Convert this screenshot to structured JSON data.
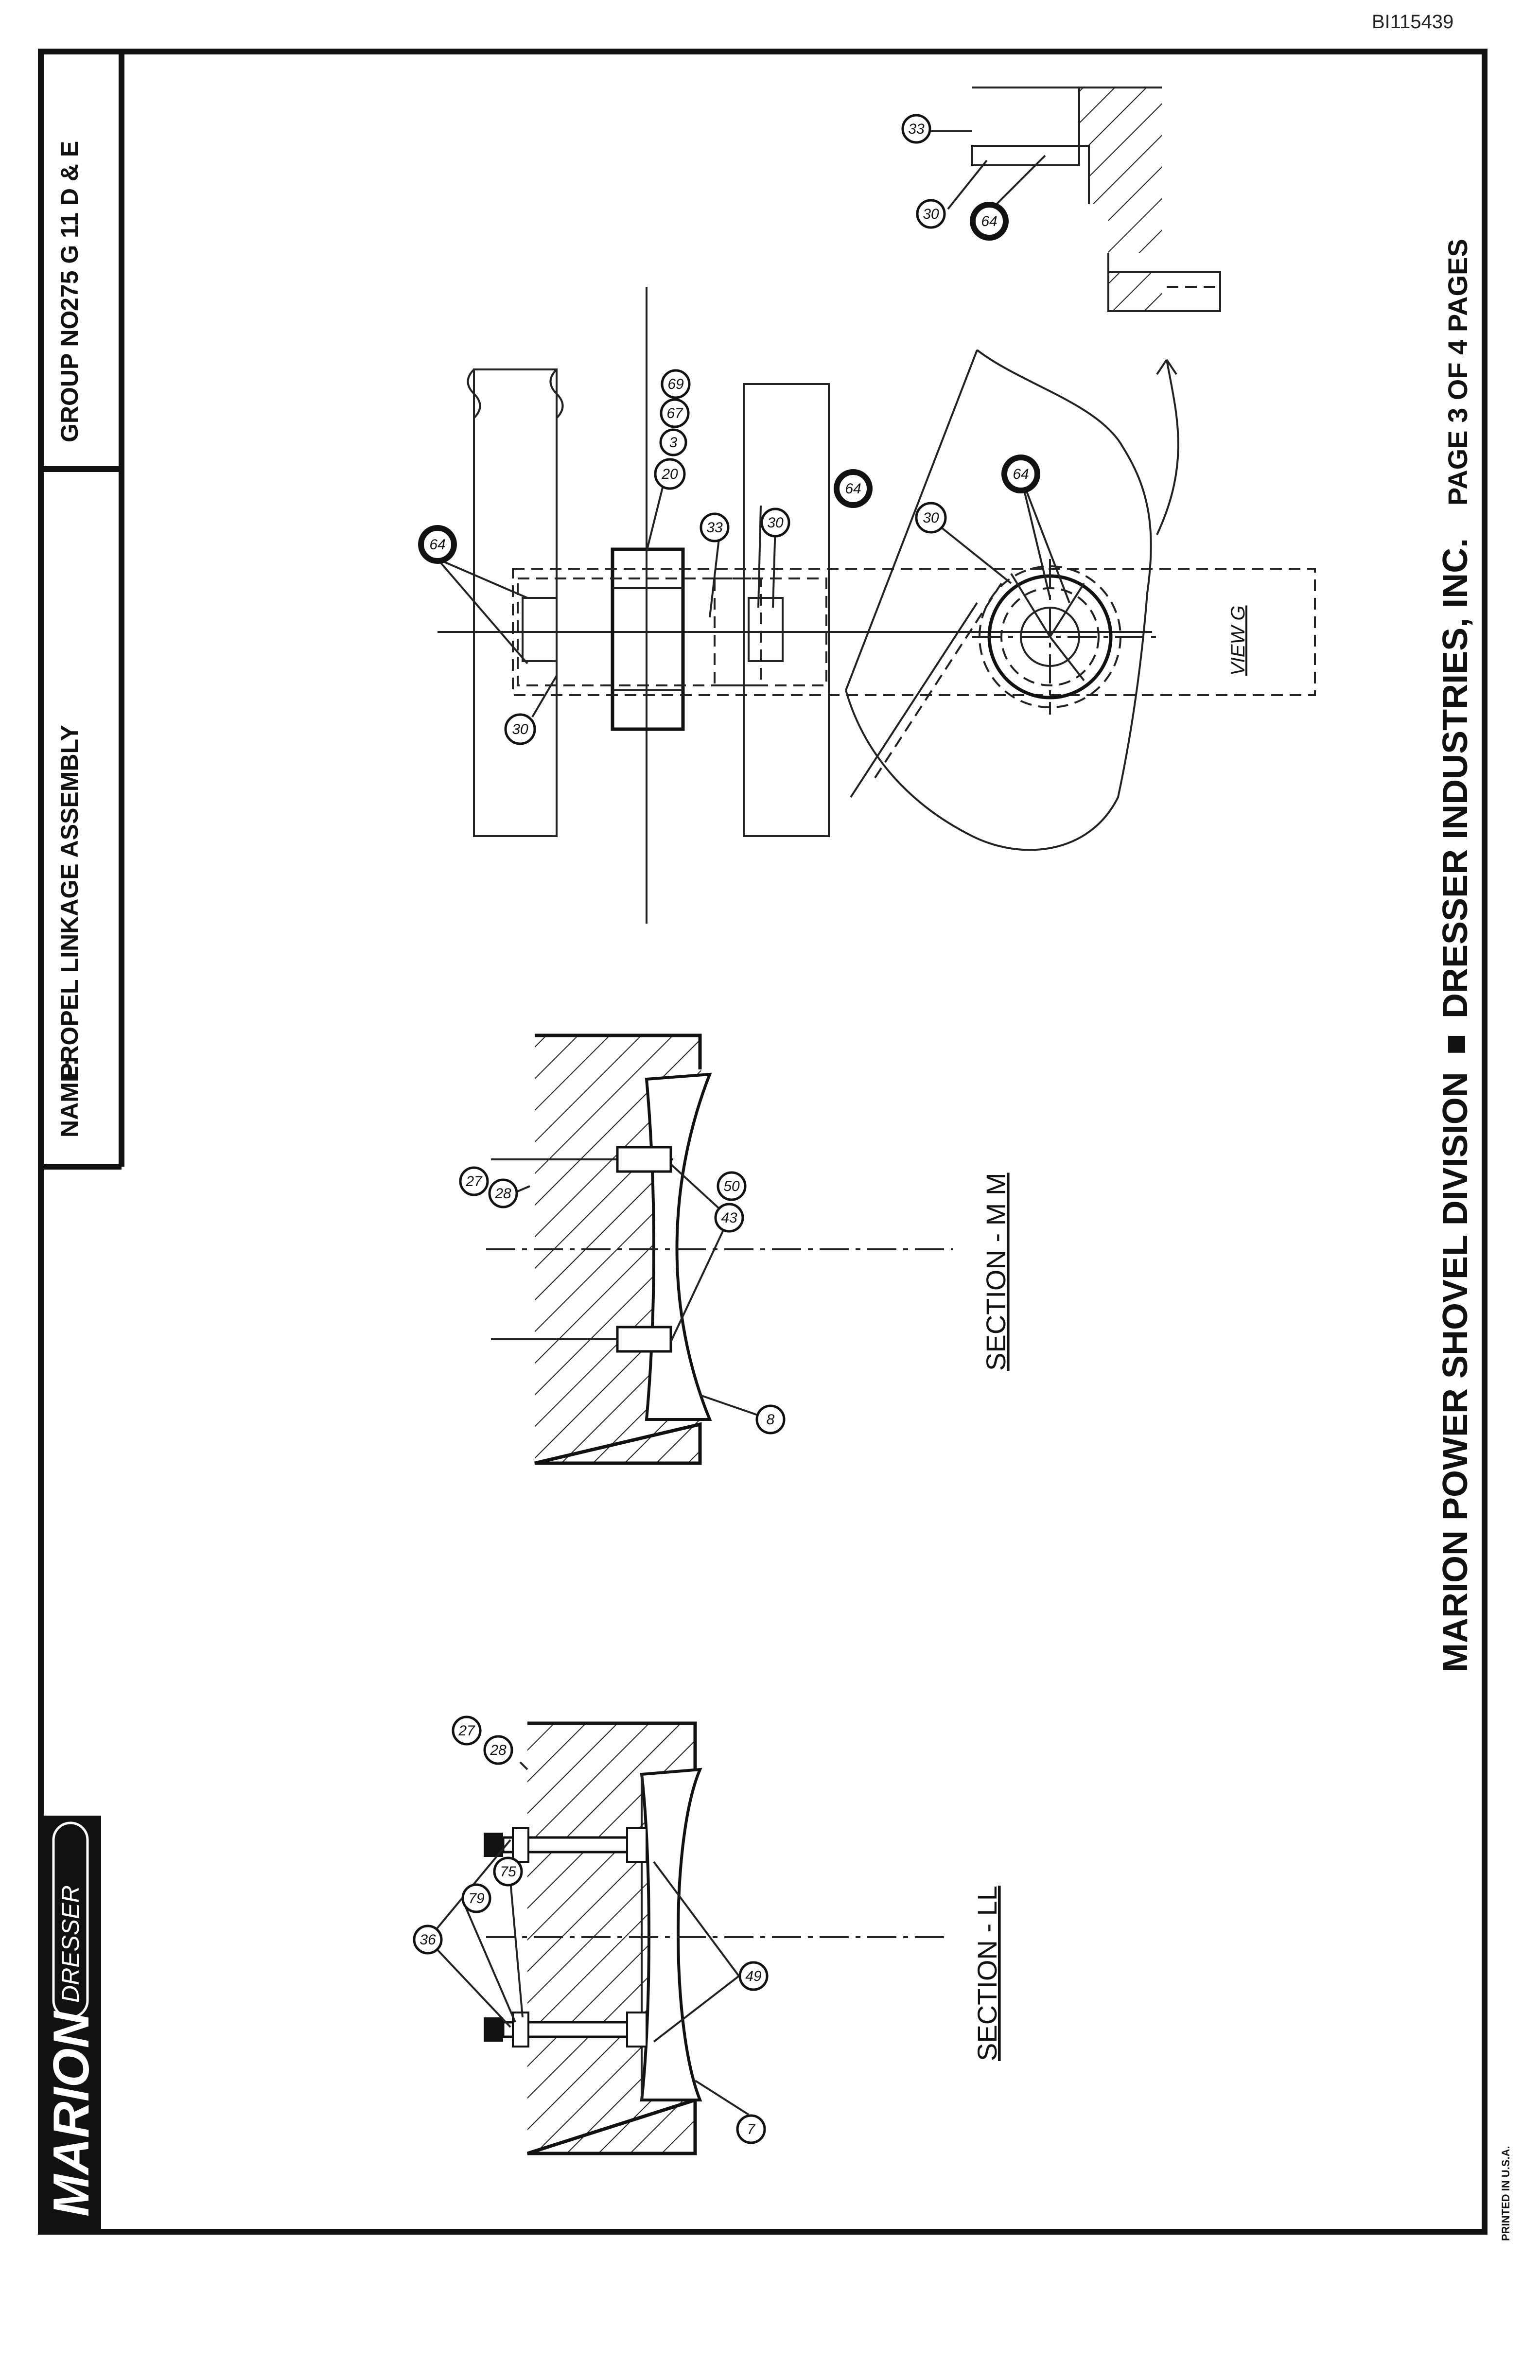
{
  "document_id": "BI115439",
  "title_block": {
    "name_label": "NAME:",
    "name_value": "PROPEL LINKAGE ASSEMBLY",
    "group_label": "GROUP NO",
    "group_value": "275 G 11 D & E"
  },
  "logo": {
    "brand": "MARION",
    "sub_brand": "DRESSER"
  },
  "footer": {
    "company": "MARION POWER SHOVEL DIVISION",
    "separator": "■",
    "parent": "DRESSER INDUSTRIES, INC.",
    "page": "PAGE 3 OF 4 PAGES"
  },
  "printed_note": "PRINTED IN U.S.A.",
  "views": {
    "section_ll": {
      "label": "SECTION - LL",
      "callouts": [
        "7",
        "49",
        "36",
        "79",
        "75",
        "27",
        "28"
      ]
    },
    "section_mm": {
      "label": "SECTION - M M",
      "callouts": [
        "8",
        "43",
        "50",
        "27",
        "28"
      ]
    },
    "view_g": {
      "label": "VIEW G",
      "callouts": [
        "30",
        "64"
      ]
    },
    "pin_detail": {
      "callouts": [
        "64",
        "30",
        "33",
        "30",
        "64",
        "20",
        "3",
        "67",
        "69"
      ]
    },
    "corner_detail": {
      "callouts": [
        "33",
        "30",
        "64"
      ]
    }
  },
  "colors": {
    "ink": "#111111",
    "paper": "#ffffff"
  }
}
